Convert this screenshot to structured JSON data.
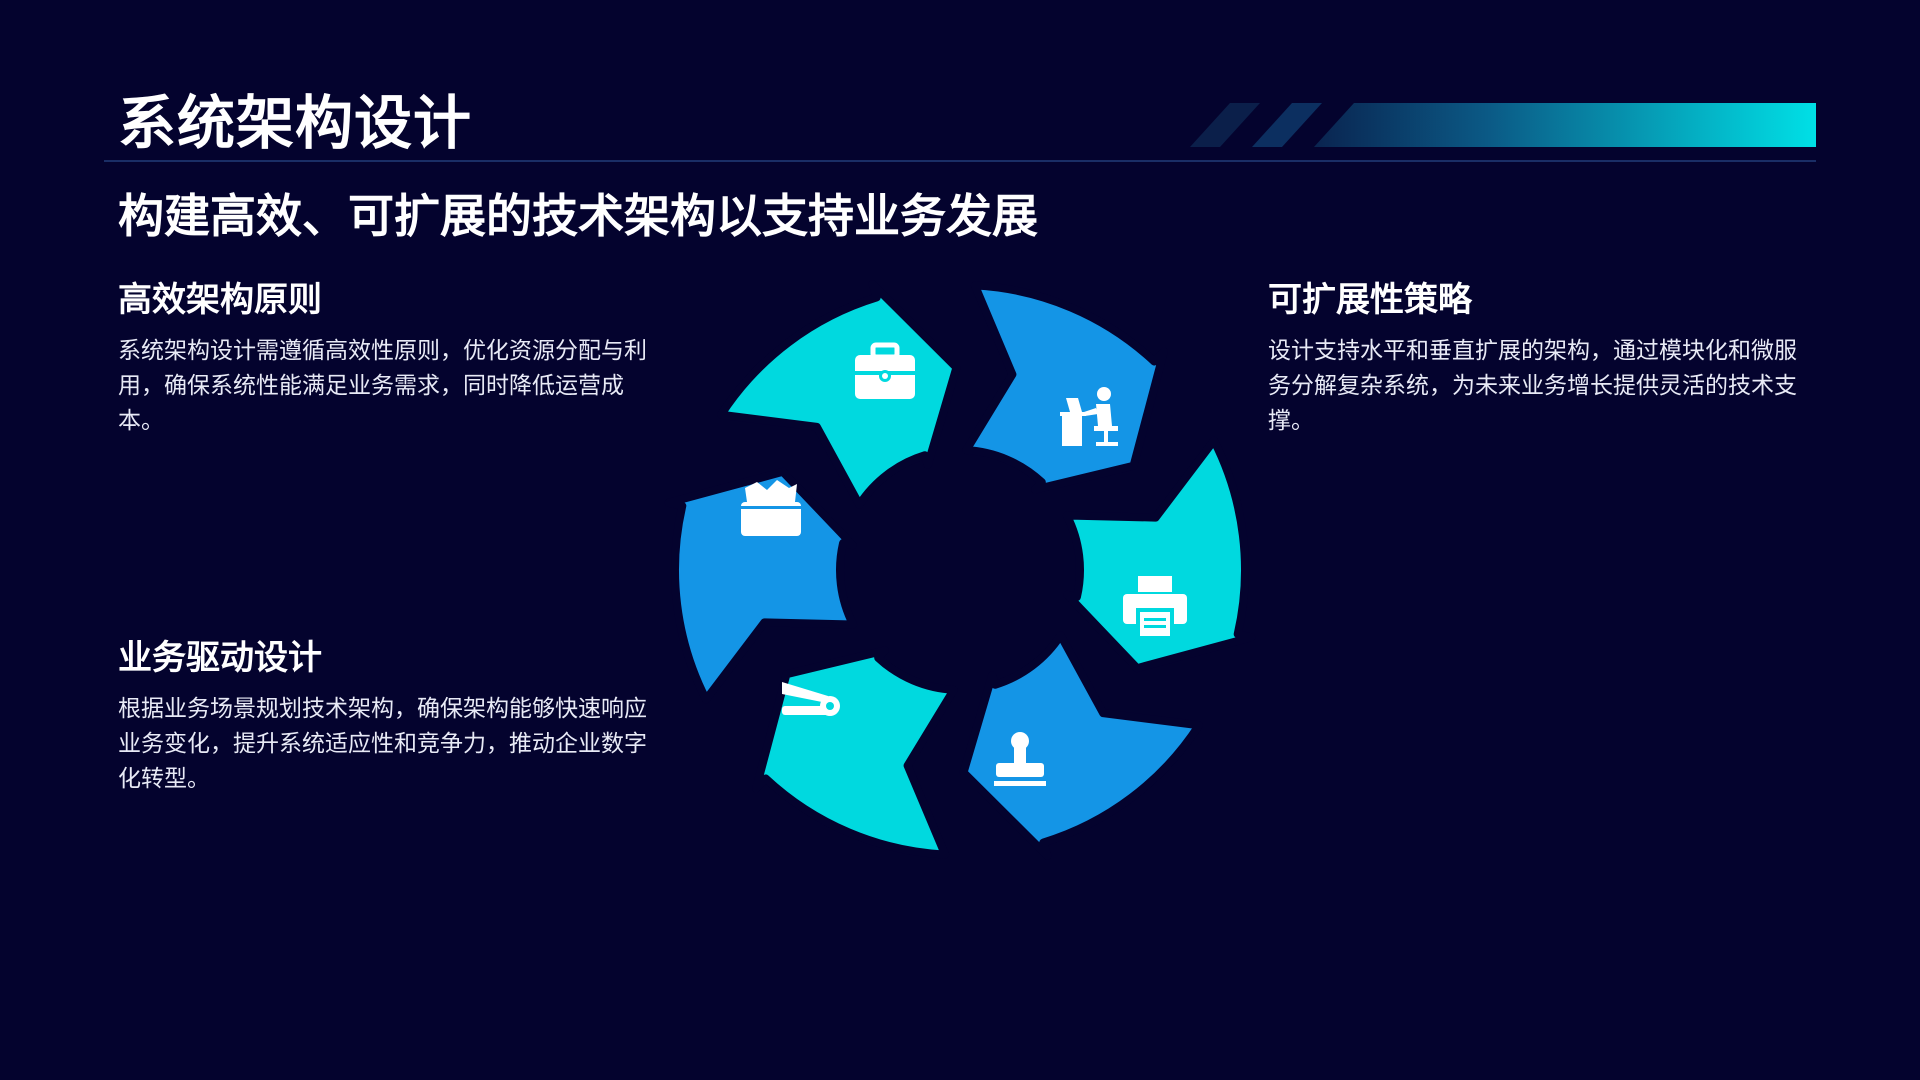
{
  "header": {
    "title": "系统架构设计",
    "subtitle": "构建高效、可扩展的技术架构以支持业务发展"
  },
  "sections": [
    {
      "heading": "高效架构原则",
      "body": "系统架构设计需遵循高效性原则，优化资源分配与利用，确保系统性能满足业务需求，同时降低运营成本。"
    },
    {
      "heading": "业务驱动设计",
      "body": "根据业务场景规划技术架构，确保架构能够快速响应业务变化，提升系统适应性和竞争力，推动企业数字化转型。"
    },
    {
      "heading": "可扩展性策略",
      "body": "设计支持水平和垂直扩展的架构，通过模块化和微服务分解复杂系统，为未来业务增长提供灵活的技术支撑。"
    }
  ],
  "cycle": {
    "icons": [
      "briefcase-icon",
      "office-worker-icon",
      "printer-icon",
      "stamp-icon",
      "stapler-icon",
      "file-box-icon"
    ]
  },
  "colors": {
    "background": "#04032e",
    "cyan": "#00d9df",
    "blue": "#1495e6",
    "white": "#ffffff"
  }
}
